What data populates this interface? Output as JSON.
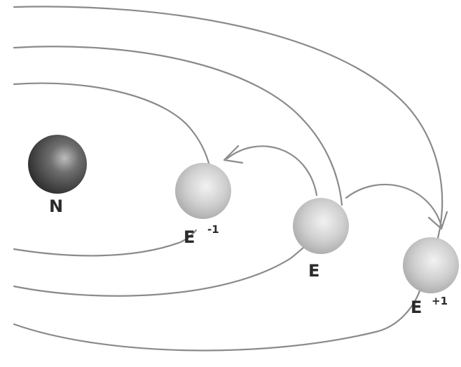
{
  "nodes": {
    "nucleus": {
      "label": "N"
    },
    "electron_lower": {
      "label": "E",
      "superscript": "-1"
    },
    "electron_current": {
      "label": "E",
      "superscript": ""
    },
    "electron_higher": {
      "label": "E",
      "superscript": "+1"
    }
  },
  "colors": {
    "nucleus": "#3a3a3a",
    "electron": "#c4c4c4",
    "orbit": "#8a8a8a",
    "label": "#2a2a2a"
  },
  "icons": {
    "nucleus": "dark-sphere",
    "electron": "light-sphere",
    "transition": "curved-arrow"
  }
}
